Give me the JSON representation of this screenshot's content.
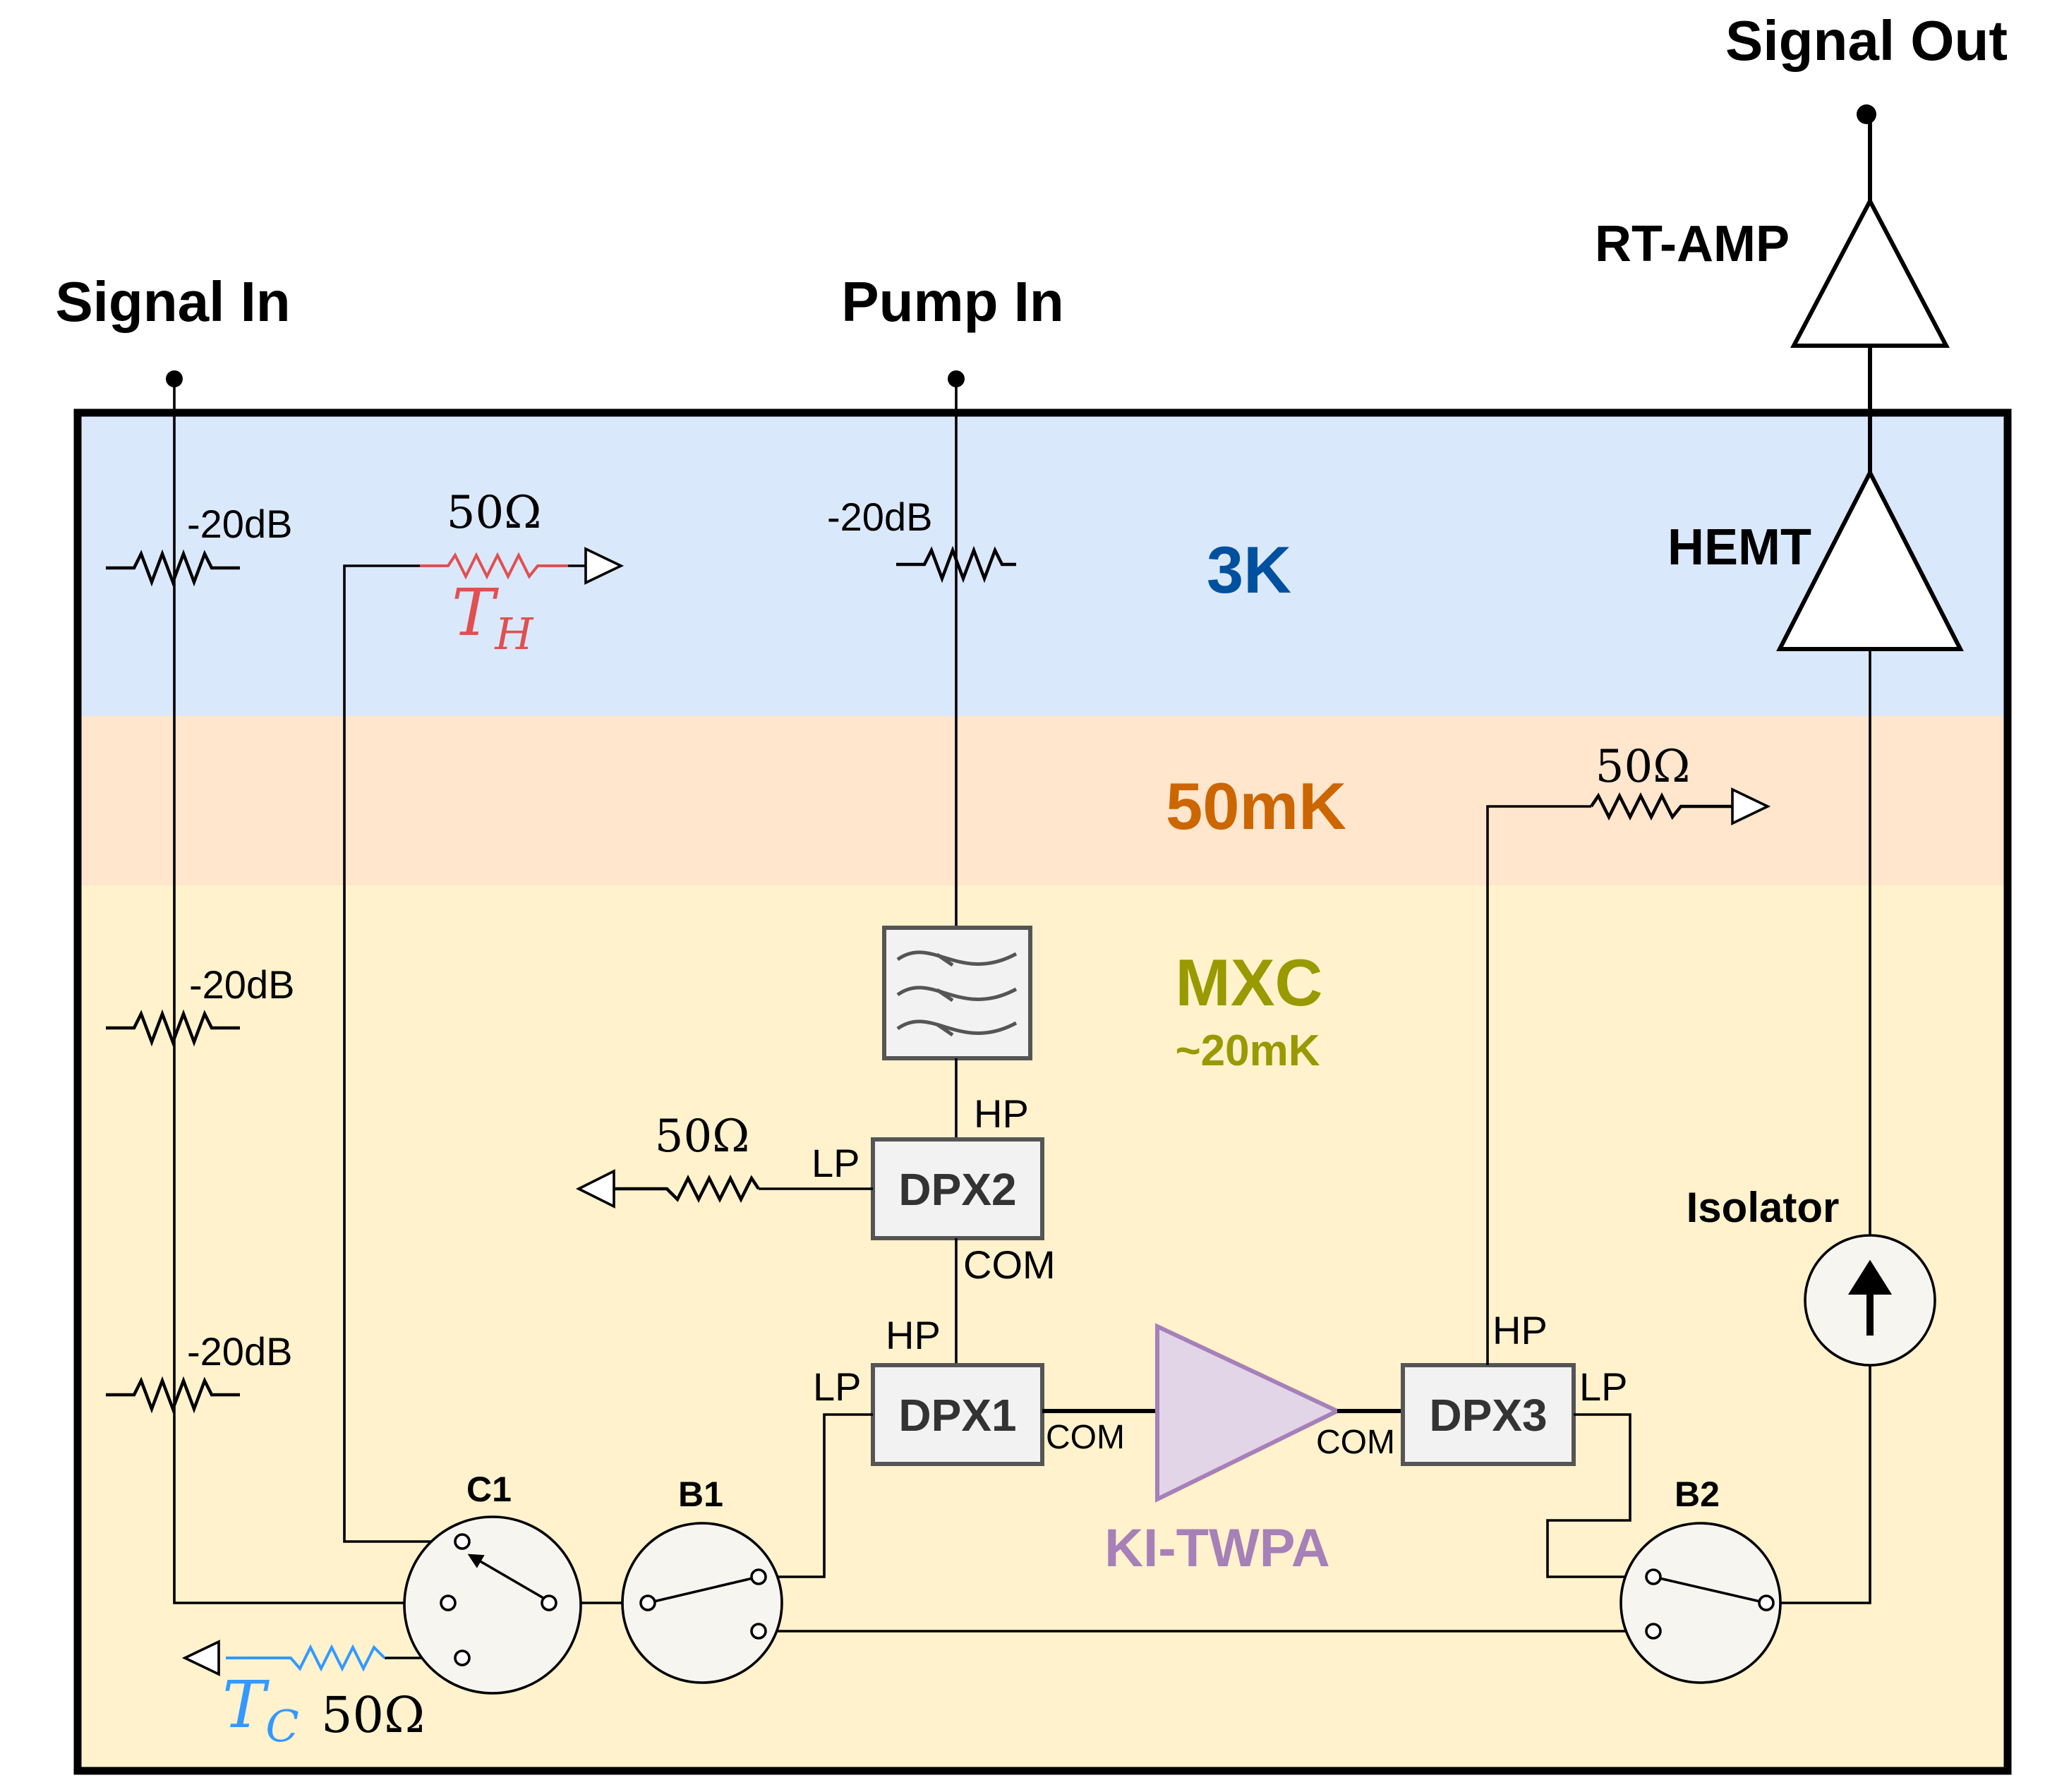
{
  "colors": {
    "band_3k": "#dae8fc",
    "band_50mk": "#ffe6cc",
    "band_mxc": "#fff2cc",
    "label_3k": "#0050a0",
    "label_50mk": "#cc6600",
    "label_mxc": "#999900",
    "twpa": "#a680b8",
    "twpa_fill": "#e1d5e7",
    "hot": "#e05050",
    "cold": "#3399ff"
  },
  "ports": {
    "signal_in": "Signal In",
    "pump_in": "Pump In",
    "signal_out": "Signal Out"
  },
  "stages": {
    "k3": "3K",
    "mk50": "50mK",
    "mxc": "MXC",
    "mxc_temp": "~20mK"
  },
  "amplifiers": {
    "rt_amp": "RT-AMP",
    "hemt": "HEMT",
    "twpa": "KI-TWPA"
  },
  "attenuators": {
    "sig_3k": "-20dB",
    "pump_3k": "-20dB",
    "sig_mxc_1": "-20dB",
    "sig_mxc_2": "-20dB"
  },
  "loads": {
    "hot_value": "50Ω",
    "hot_symbol": "T",
    "hot_sub": "H",
    "mk50_value": "50Ω",
    "dpx2_value": "50Ω",
    "cold_value": "50Ω",
    "cold_symbol": "T",
    "cold_sub": "C"
  },
  "diplexers": {
    "dpx1": "DPX1",
    "dpx2": "DPX2",
    "dpx3": "DPX3",
    "hp": "HP",
    "lp": "LP",
    "com": "COM"
  },
  "switches": {
    "c1": "C1",
    "b1": "B1",
    "b2": "B2"
  },
  "isolator": "Isolator"
}
